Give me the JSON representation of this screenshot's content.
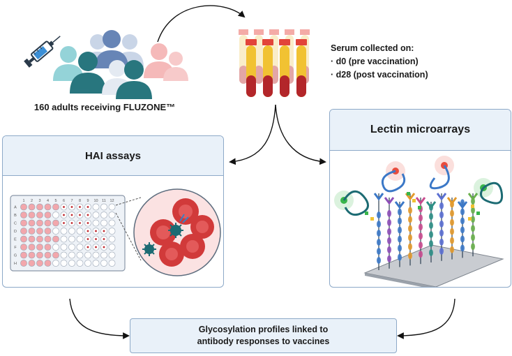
{
  "cohort": {
    "label": "160 adults receiving FLUZONE™"
  },
  "serum": {
    "title": "Serum collected on:",
    "items": [
      "· d0 (pre vaccination)",
      "· d28 (post vaccination)"
    ]
  },
  "hai": {
    "title": "HAI assays",
    "plate_cols": [
      "1",
      "2",
      "3",
      "4",
      "5",
      "6",
      "7",
      "8",
      "9",
      "10",
      "11",
      "12"
    ],
    "plate_rows": [
      "A",
      "B",
      "C",
      "D",
      "E",
      "F",
      "G",
      "H"
    ]
  },
  "lectin": {
    "title": "Lectin microarrays"
  },
  "result": {
    "line1": "Glycosylation profiles linked to",
    "line2": "antibody responses to vaccines"
  },
  "colors": {
    "accent_border": "#8da9c8",
    "panel_fill": "#e9f1f9",
    "teal": "#1c6b73",
    "rbc": "#d63a3a"
  },
  "icons": [
    "syringe-icon",
    "people-group-icon",
    "blood-tubes-icon",
    "microplate-icon",
    "virus-rbc-magnifier-icon",
    "lectin-microarray-icon"
  ]
}
